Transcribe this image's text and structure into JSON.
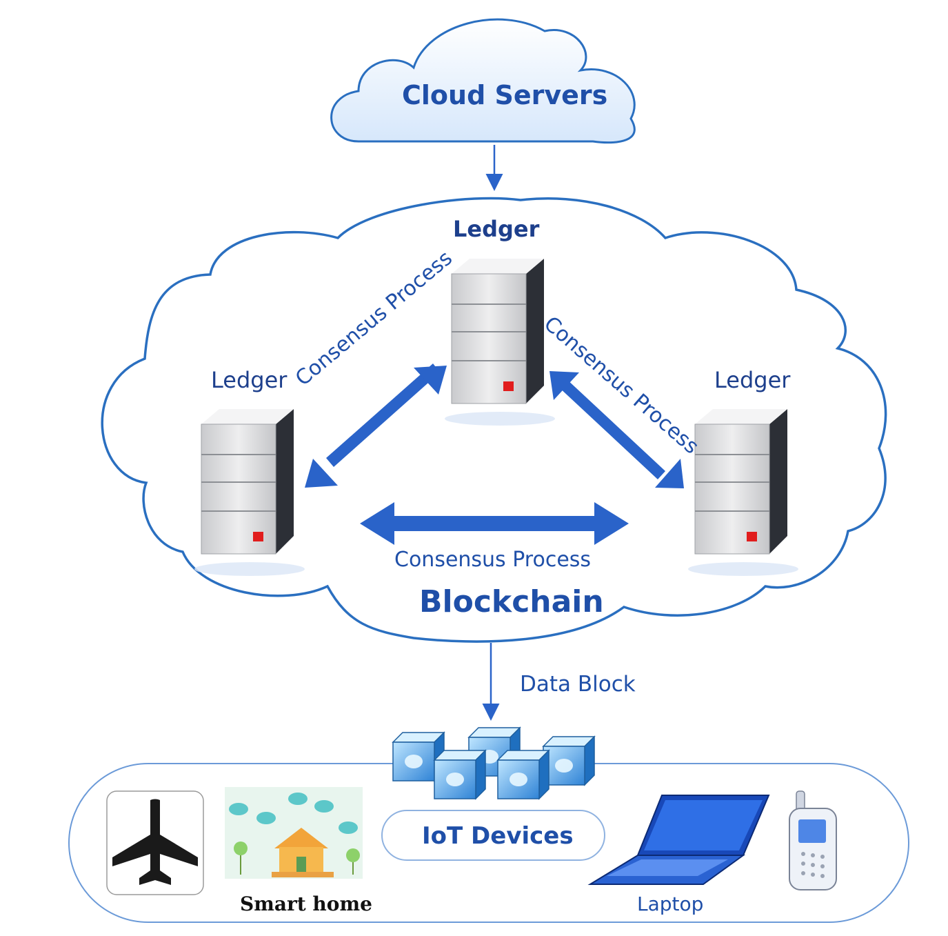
{
  "cloud_servers": {
    "label": "Cloud Servers"
  },
  "blockchain": {
    "label": "Blockchain",
    "ledgers": [
      {
        "id": "top",
        "label": "Ledger"
      },
      {
        "id": "left",
        "label": "Ledger"
      },
      {
        "id": "right",
        "label": "Ledger"
      }
    ],
    "consensus_links": [
      {
        "id": "top-left",
        "label": "Consensus Process"
      },
      {
        "id": "top-right",
        "label": "Consensus Process"
      },
      {
        "id": "left-right",
        "label": "Consensus Process"
      }
    ]
  },
  "data_flow": {
    "label": "Data Block"
  },
  "iot": {
    "label": "IoT Devices",
    "devices": [
      {
        "id": "airplane",
        "label": "",
        "icon": "airplane-icon"
      },
      {
        "id": "smart-home",
        "label": "Smart home",
        "icon": "smart-home-icon"
      },
      {
        "id": "laptop",
        "label": "Laptop",
        "icon": "laptop-icon"
      },
      {
        "id": "phone",
        "label": "",
        "icon": "mobile-phone-icon"
      }
    ]
  },
  "colors": {
    "primary_blue": "#2a63c9",
    "outline_blue": "#2a6fc0",
    "text_blue": "#1f4fa8",
    "server_gray": "#d9dadc",
    "server_dark": "#2c2f36",
    "indicator_red": "#e11d1d"
  }
}
